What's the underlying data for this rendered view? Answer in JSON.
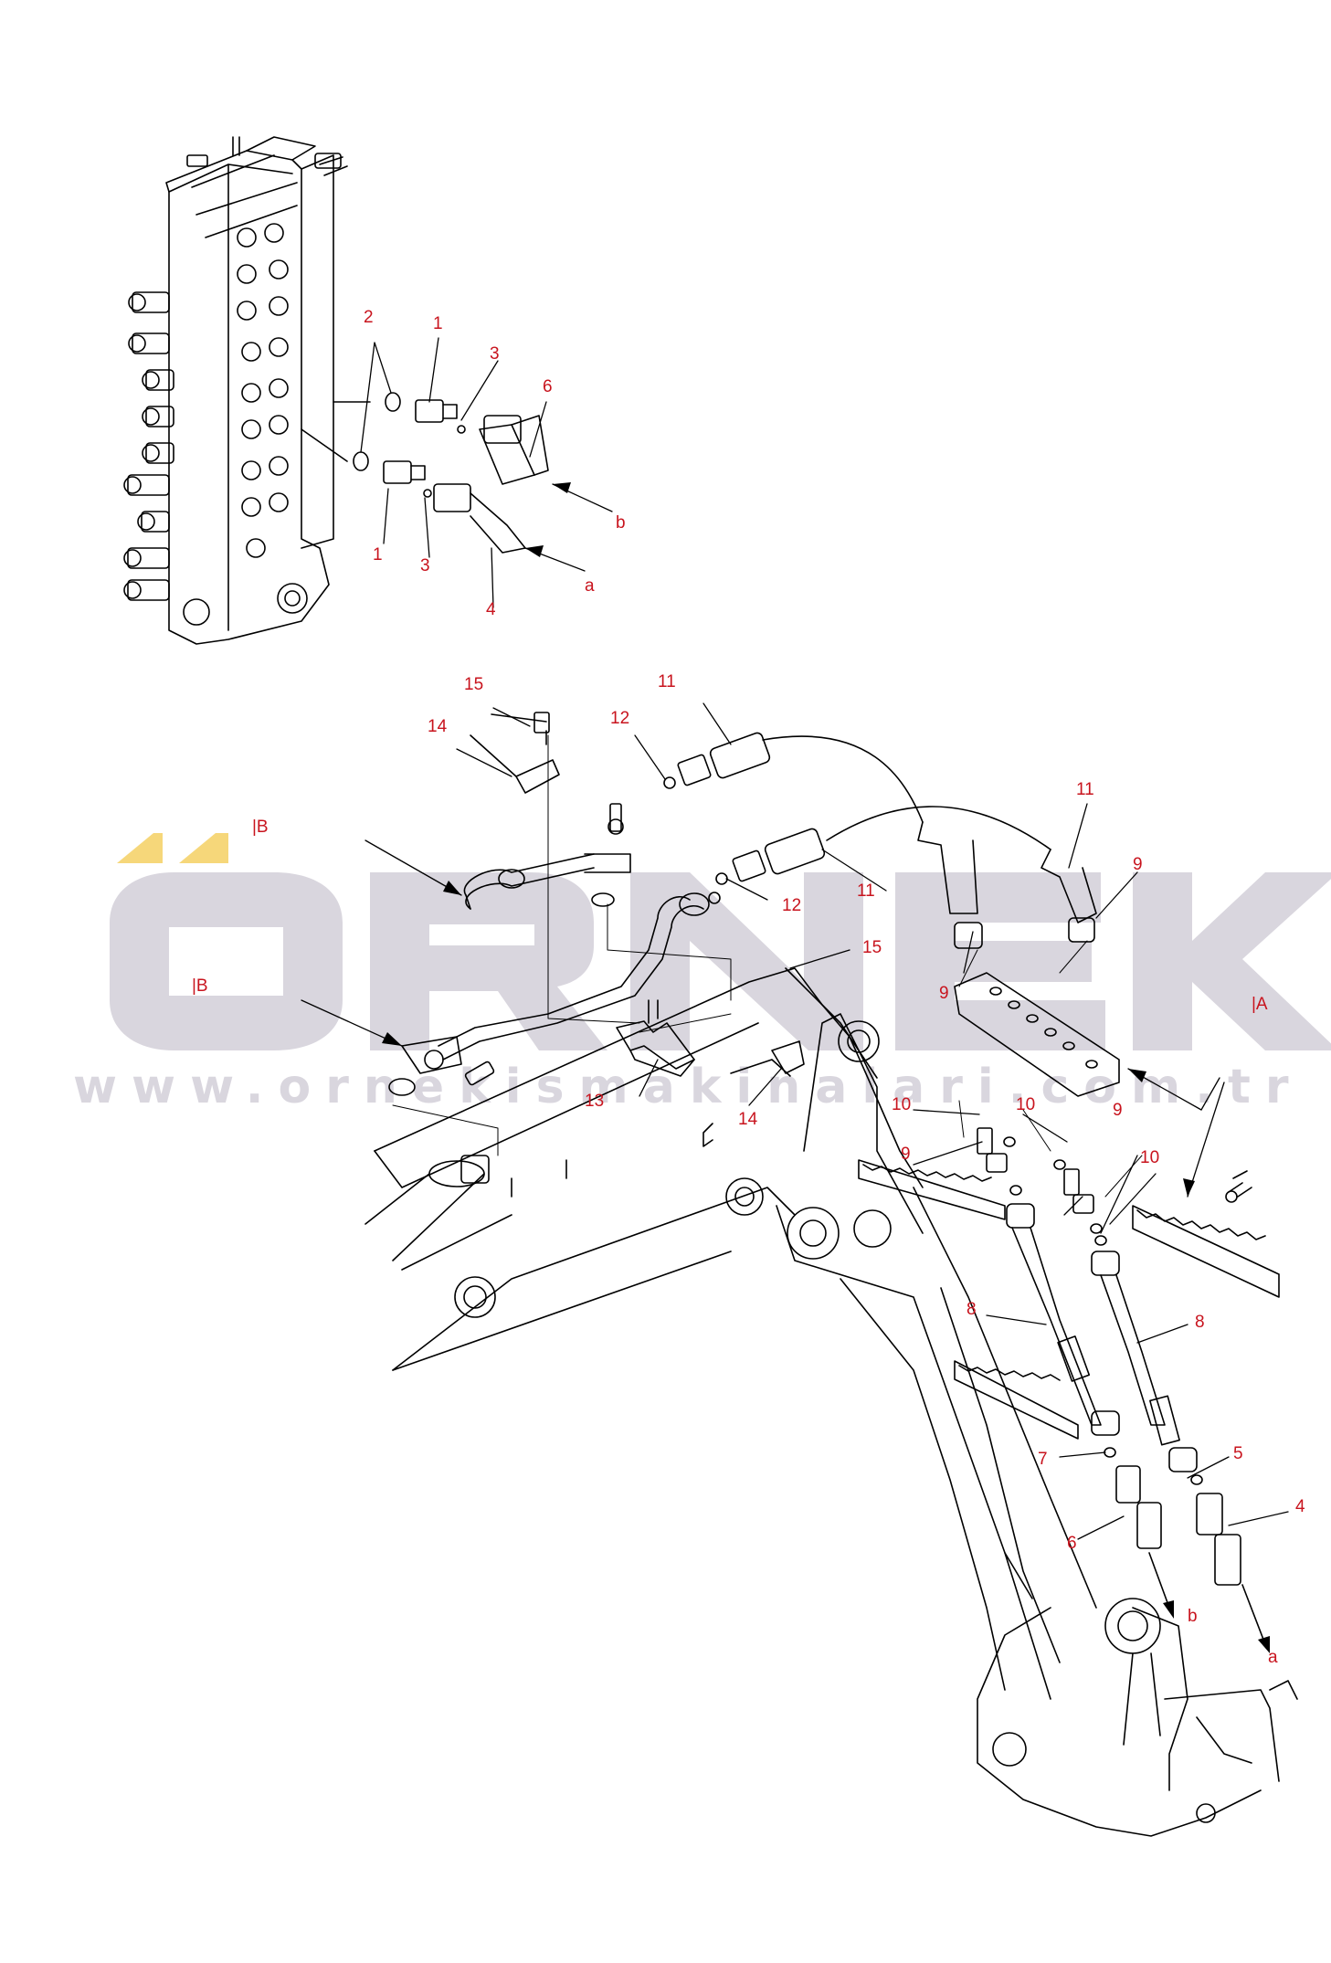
{
  "diagram": {
    "callouts": [
      {
        "id": "c1a",
        "text": "1"
      },
      {
        "id": "c2",
        "text": "2"
      },
      {
        "id": "c3a",
        "text": "3"
      },
      {
        "id": "c6a",
        "text": "6"
      },
      {
        "id": "cba",
        "text": "b"
      },
      {
        "id": "c1b",
        "text": "1"
      },
      {
        "id": "c3b",
        "text": "3"
      },
      {
        "id": "caa",
        "text": "a"
      },
      {
        "id": "c4a",
        "text": "4"
      },
      {
        "id": "c15a",
        "text": "15"
      },
      {
        "id": "c11a",
        "text": "11"
      },
      {
        "id": "c12a",
        "text": "12"
      },
      {
        "id": "c14a",
        "text": "14"
      },
      {
        "id": "cBa",
        "text": "|B"
      },
      {
        "id": "c11b",
        "text": "11"
      },
      {
        "id": "c11c",
        "text": "11"
      },
      {
        "id": "c9a",
        "text": "9"
      },
      {
        "id": "c12b",
        "text": "12"
      },
      {
        "id": "c15b",
        "text": "15"
      },
      {
        "id": "cBb",
        "text": "|B"
      },
      {
        "id": "c9b",
        "text": "9"
      },
      {
        "id": "cA",
        "text": "|A"
      },
      {
        "id": "c13",
        "text": "13"
      },
      {
        "id": "c14b",
        "text": "14"
      },
      {
        "id": "c10a",
        "text": "10"
      },
      {
        "id": "c10b",
        "text": "10"
      },
      {
        "id": "c9c",
        "text": "9"
      },
      {
        "id": "c9d",
        "text": "9"
      },
      {
        "id": "c10c",
        "text": "10"
      },
      {
        "id": "c8a",
        "text": "8"
      },
      {
        "id": "c8b",
        "text": "8"
      },
      {
        "id": "c7",
        "text": "7"
      },
      {
        "id": "c5",
        "text": "5"
      },
      {
        "id": "c4b",
        "text": "4"
      },
      {
        "id": "c6b",
        "text": "6"
      },
      {
        "id": "cbb",
        "text": "b"
      },
      {
        "id": "cab",
        "text": "a"
      }
    ]
  },
  "watermark": {
    "logo_text": "ÖRNEK",
    "url_text": "www.ornekismakinalari.com.tr",
    "logo_color": "#d9d6de",
    "umlaut_color": "#f6d77a"
  },
  "colors": {
    "line": "#000000",
    "callout": "#c8141e"
  }
}
